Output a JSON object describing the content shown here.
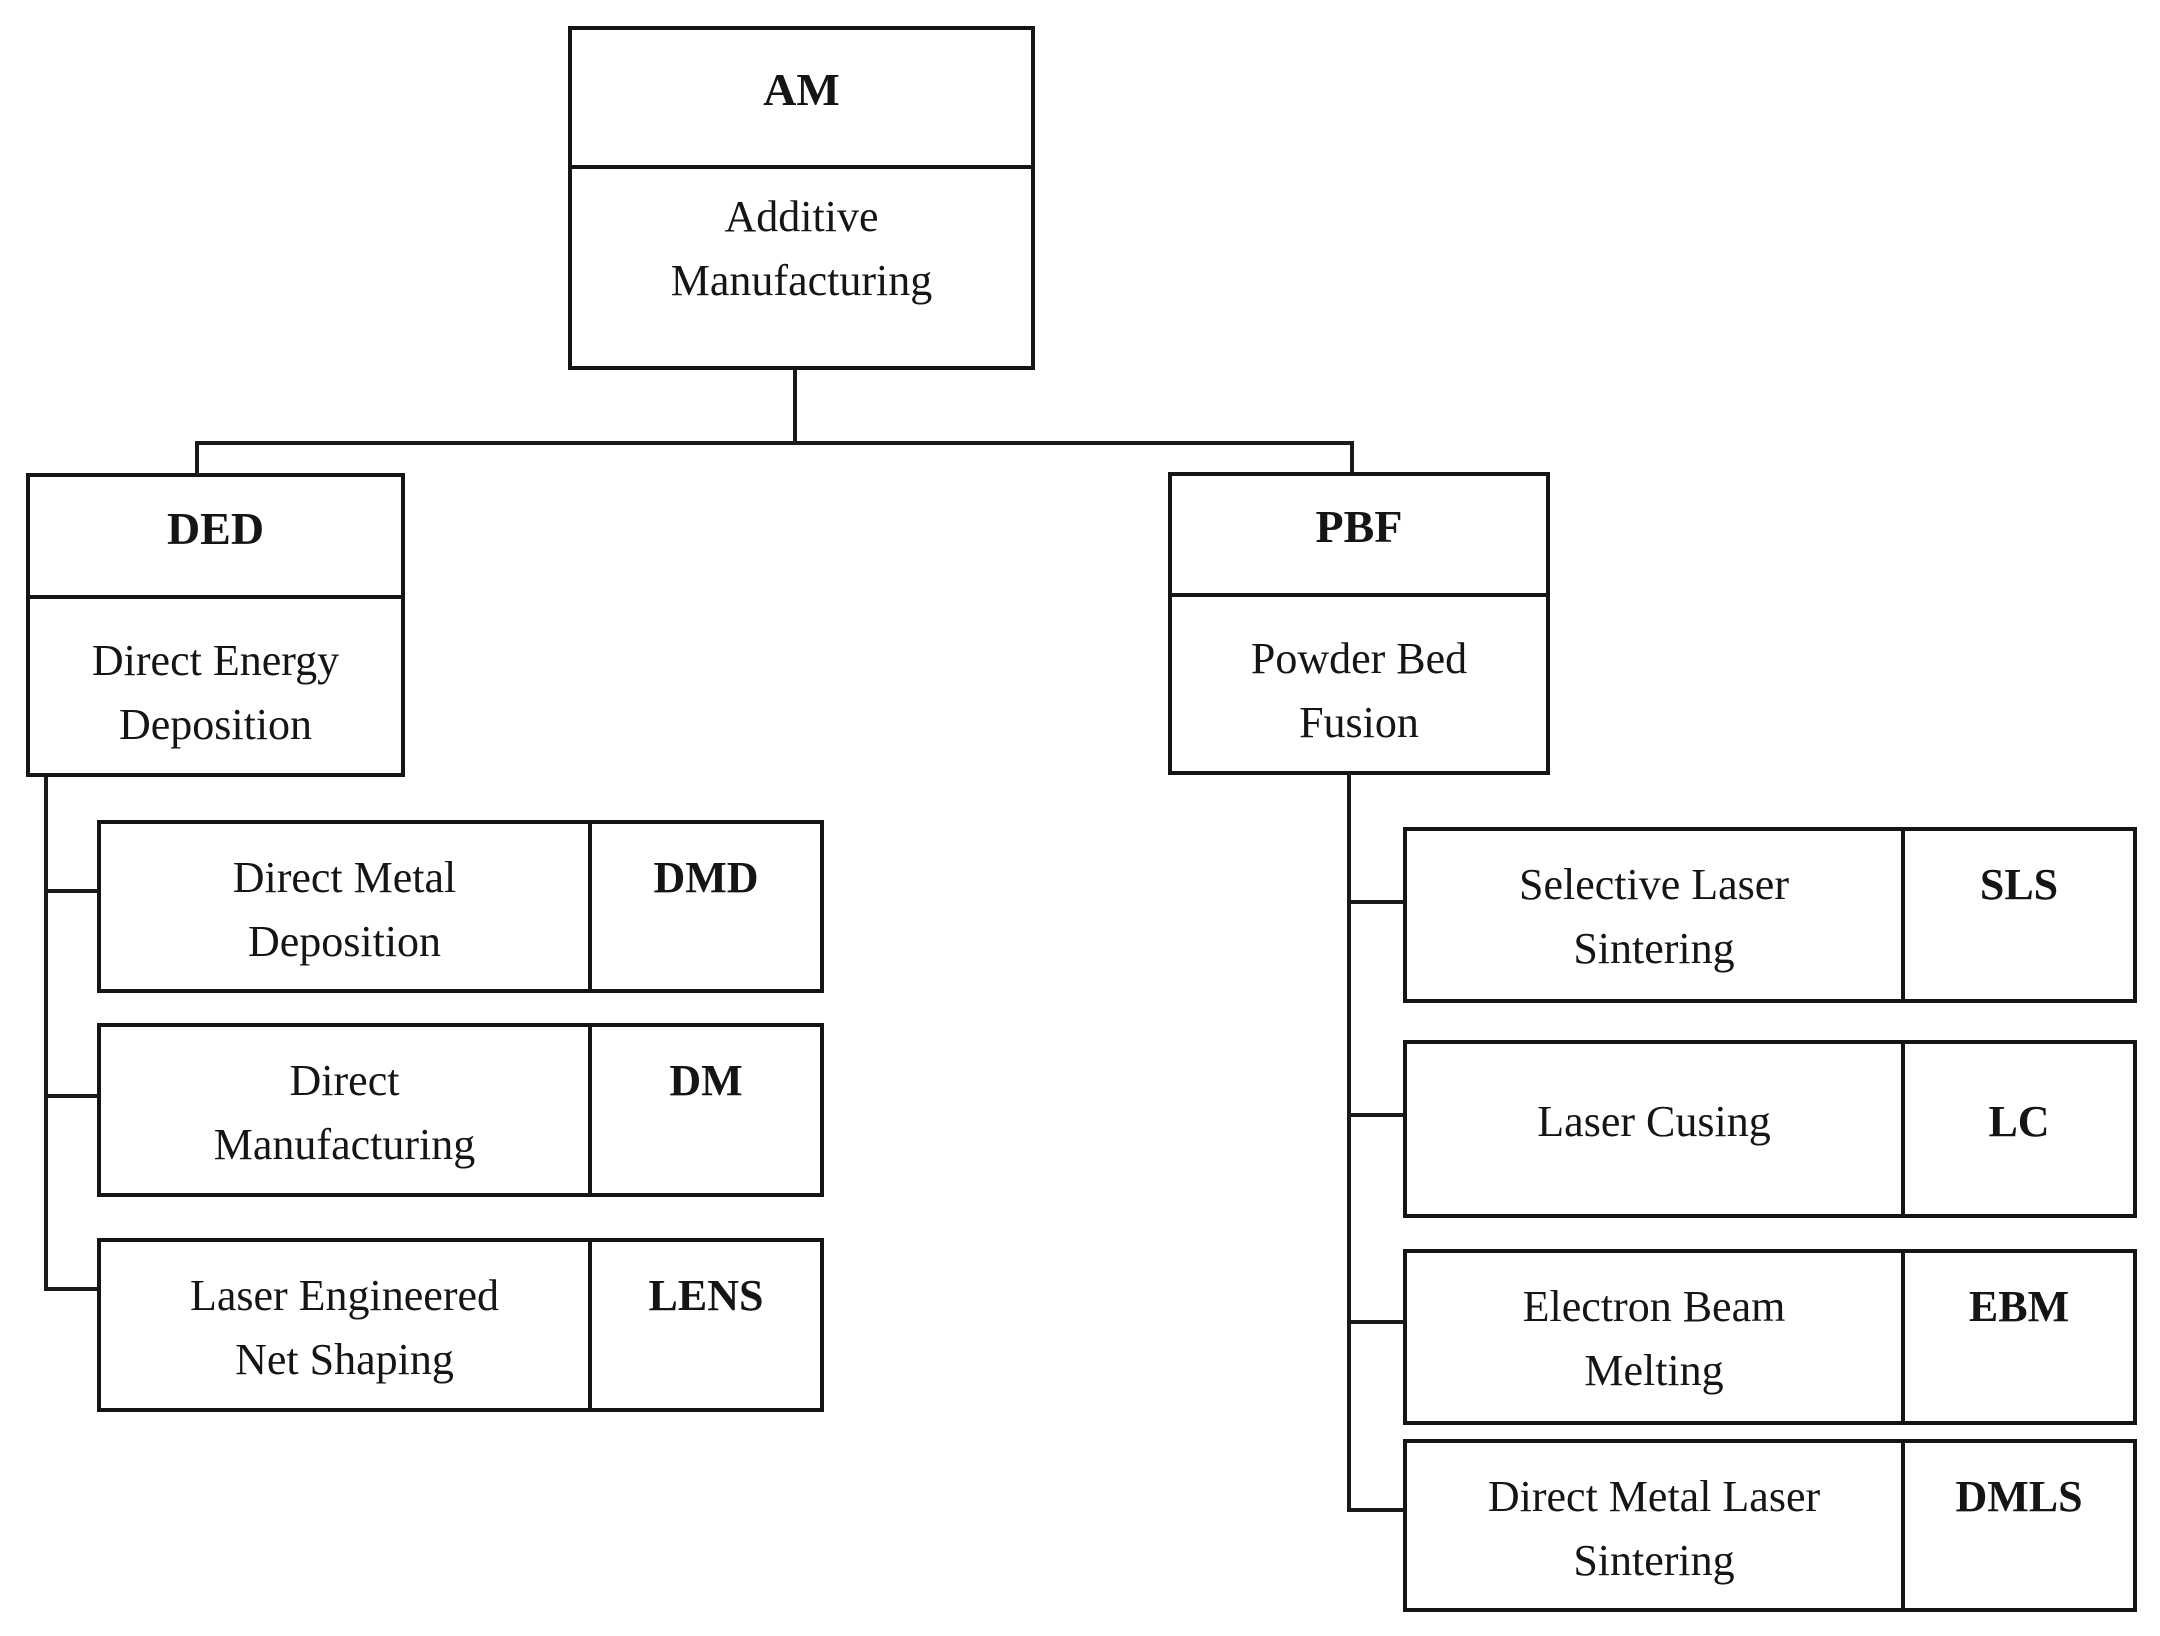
{
  "diagram_type": "hierarchy-tree",
  "colors": {
    "line": "#1a1a1a",
    "border": "#151515",
    "text": "#151515",
    "background": "#ffffff"
  },
  "root": {
    "acronym": "AM",
    "name": "Additive\nManufacturing"
  },
  "branches": [
    {
      "acronym": "DED",
      "name": "Direct Energy\nDeposition",
      "children": [
        {
          "name": "Direct Metal\nDeposition",
          "acronym": "DMD"
        },
        {
          "name": "Direct\nManufacturing",
          "acronym": "DM"
        },
        {
          "name": "Laser Engineered\nNet Shaping",
          "acronym": "LENS"
        }
      ]
    },
    {
      "acronym": "PBF",
      "name": "Powder Bed\nFusion",
      "children": [
        {
          "name": "Selective Laser\nSintering",
          "acronym": "SLS"
        },
        {
          "name": "Laser Cusing",
          "acronym": "LC"
        },
        {
          "name": "Electron Beam\nMelting",
          "acronym": "EBM"
        },
        {
          "name": "Direct Metal Laser\nSintering",
          "acronym": "DMLS"
        }
      ]
    }
  ]
}
